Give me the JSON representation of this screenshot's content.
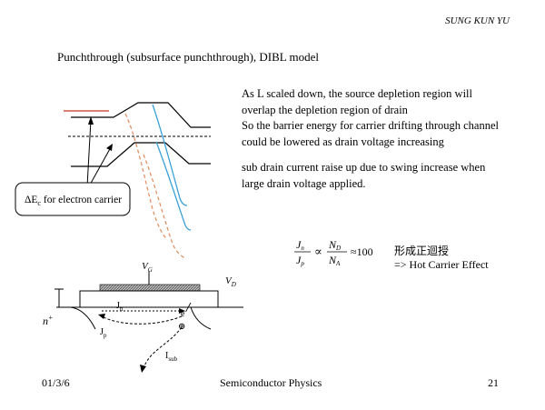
{
  "header": {
    "author": "SUNG KUN YU"
  },
  "title": "Punchthrough (subsurface punchthrough), DIBL model",
  "paragraph1": [
    "As L scaled down, the source depletion region will",
    "overlap the depletion region of drain",
    "So the barrier energy for carrier drifting through channel",
    "could be lowered as drain voltage increasing"
  ],
  "paragraph2": [
    "sub drain current raise up due to swing increase when",
    "large drain voltage  applied."
  ],
  "band_diagram": {
    "callout_label": "ΔE",
    "callout_sub": "c",
    "callout_rest": " for electron carrier"
  },
  "formula": {
    "num_left": "J",
    "num_left_sub": "n",
    "den_left": "J",
    "den_left_sub": "p",
    "propto": "∝",
    "num_right": "N",
    "num_right_sub": "D",
    "den_right": "N",
    "den_right_sub": "A",
    "approx": "≈100",
    "cjk_note": "形成正迴授",
    "effect": "=> Hot Carrier Effect"
  },
  "device": {
    "gate_label": "V",
    "gate_sub": "G",
    "drain_label": "V",
    "drain_sub": "D",
    "source_label": "n",
    "source_sup": "+",
    "jn_label": "J",
    "jn_sub": "n",
    "jp_label": "J",
    "jp_sub": "p",
    "electron_label": "e",
    "electron_sup": "-",
    "hole_symbol": "⊕",
    "isub_label": "I",
    "isub_sub": "sub"
  },
  "footer": {
    "date": "01/3/6",
    "course": "Semiconductor Physics",
    "page": "21"
  },
  "colors": {
    "orange_curve": "#e08a5a",
    "blue_curve": "#3aa0d8",
    "red_line": "#cc3322",
    "hatch": "#555555"
  }
}
